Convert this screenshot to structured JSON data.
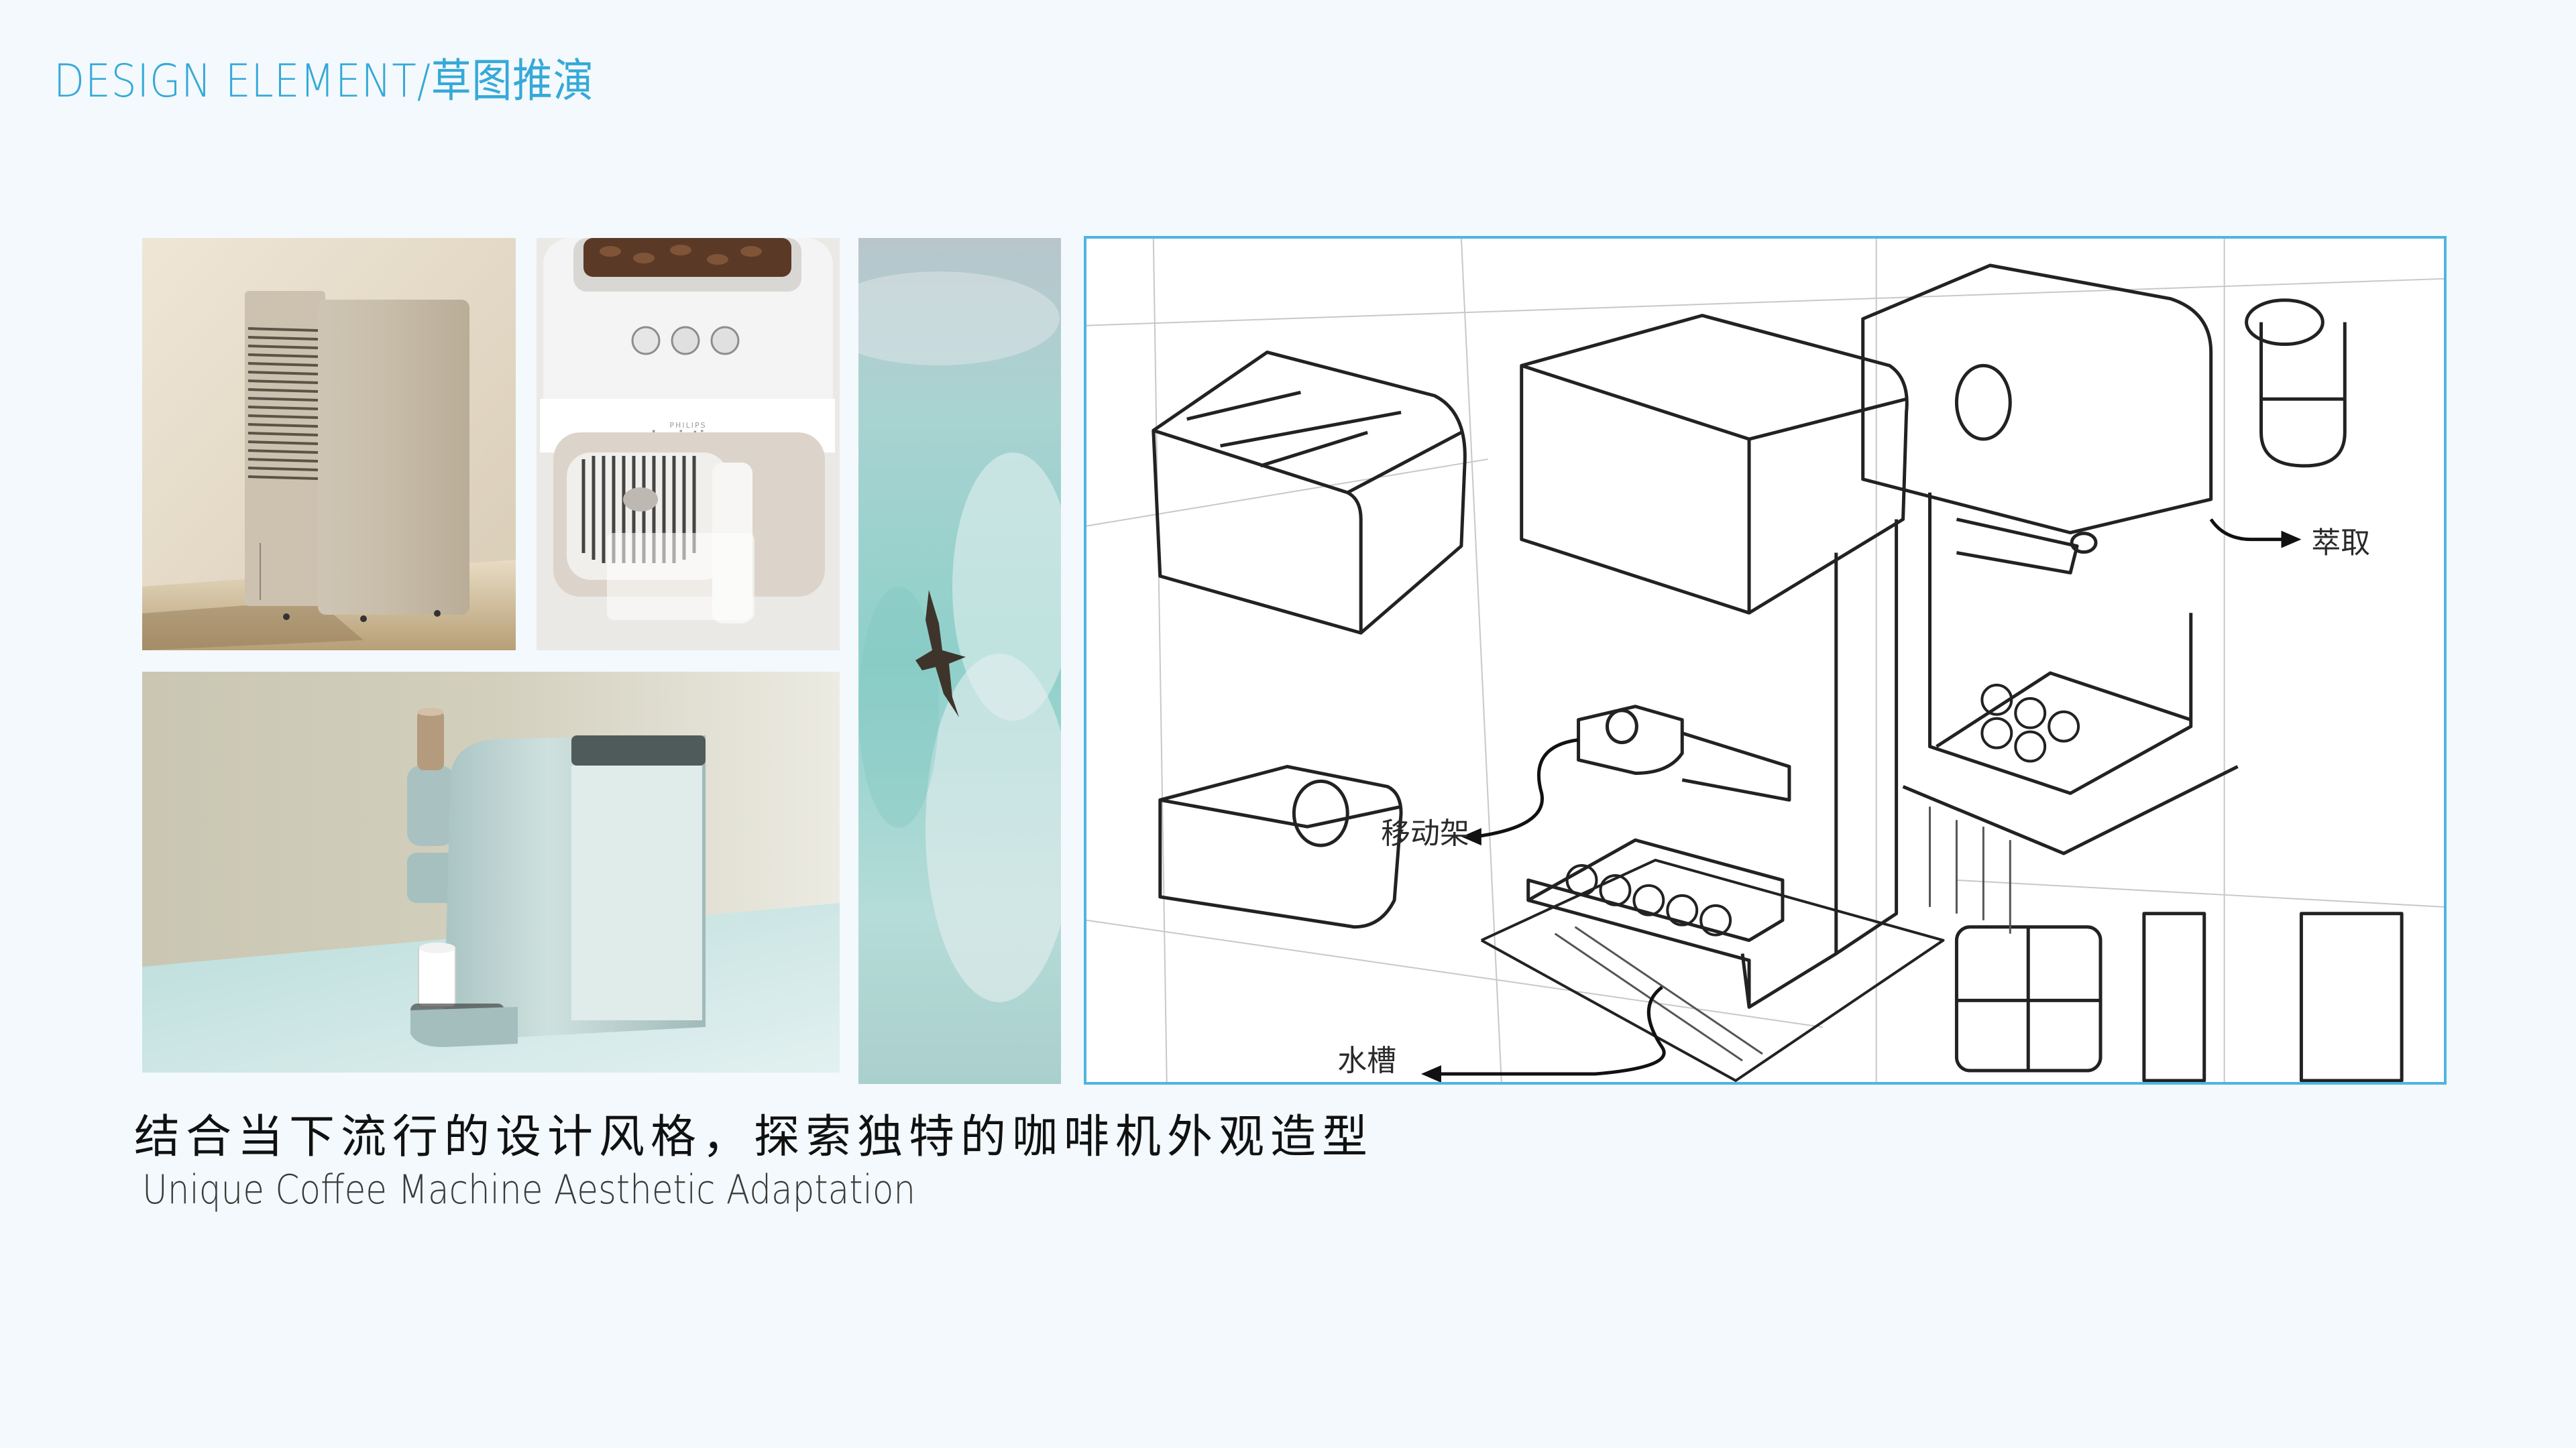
{
  "header": {
    "title": "DESIGN ELEMENT/草图推演",
    "accent_color": "#35a9d8"
  },
  "gallery": {
    "images": [
      {
        "id": "dehumidifier",
        "description": "Beige tower dehumidifier with vertical louvre grille on a sunlit floor"
      },
      {
        "id": "philips-baristina",
        "description": "White coffee machine with bean hopper, three round buttons and drip tray",
        "brand_small": "PHILIPS",
        "brand_large": "baristina"
      },
      {
        "id": "mint-coffee-machine",
        "description": "Mint-green compact coffee machine with gold capsule holder and white cup"
      },
      {
        "id": "sea-bird",
        "description": "Aerial turquoise sea surface with a flying gull"
      }
    ]
  },
  "sketch": {
    "frame_color": "#4fb5e0",
    "labels": [
      {
        "text": "移动架",
        "meaning": "movable rack"
      },
      {
        "text": "萃取",
        "meaning": "extraction"
      },
      {
        "text": "水槽",
        "meaning": "water tank"
      }
    ]
  },
  "caption": {
    "chinese": "结合当下流行的设计风格，探索独特的咖啡机外观造型",
    "english": "Unique Coffee Machine Aesthetic Adaptation"
  }
}
